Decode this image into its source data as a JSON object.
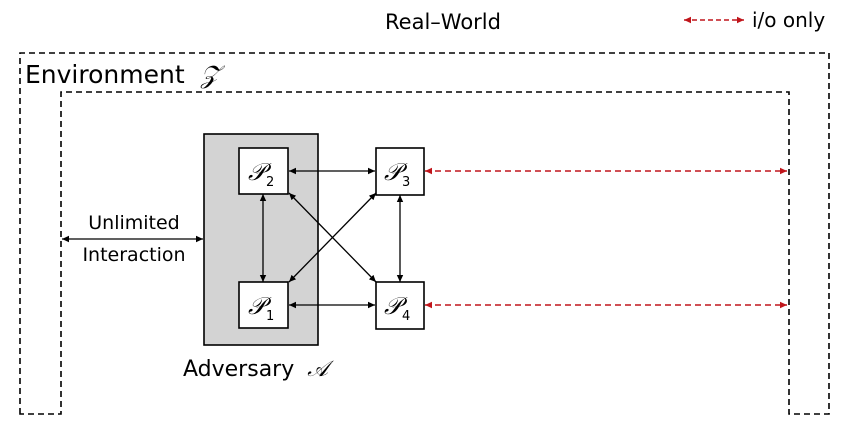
{
  "title": "Real–World",
  "legend": {
    "label": "i/o only",
    "color": "#c0151b"
  },
  "environment": {
    "label": "Environment",
    "symbol": "𝒵"
  },
  "adversary": {
    "label": "Adversary",
    "symbol": "𝒜",
    "fill": "#d3d3d3"
  },
  "interaction": {
    "line1": "Unlimited",
    "line2": "Interaction"
  },
  "parties": [
    {
      "id": "P2",
      "symbol": "𝒫",
      "sub": "2"
    },
    {
      "id": "P1",
      "symbol": "𝒫",
      "sub": "1"
    },
    {
      "id": "P3",
      "symbol": "𝒫",
      "sub": "3"
    },
    {
      "id": "P4",
      "symbol": "𝒫",
      "sub": "4"
    }
  ],
  "links": [
    {
      "from": "P2",
      "to": "P3",
      "kind": "channel"
    },
    {
      "from": "P1",
      "to": "P4",
      "kind": "channel"
    },
    {
      "from": "P2",
      "to": "P1",
      "kind": "channel"
    },
    {
      "from": "P3",
      "to": "P4",
      "kind": "channel"
    },
    {
      "from": "P2",
      "to": "P4",
      "kind": "channel"
    },
    {
      "from": "P1",
      "to": "P3",
      "kind": "channel"
    },
    {
      "from": "P3",
      "to": "environment",
      "kind": "io"
    },
    {
      "from": "P4",
      "to": "environment",
      "kind": "io"
    },
    {
      "from": "environment",
      "to": "adversary",
      "kind": "unlimited"
    }
  ]
}
